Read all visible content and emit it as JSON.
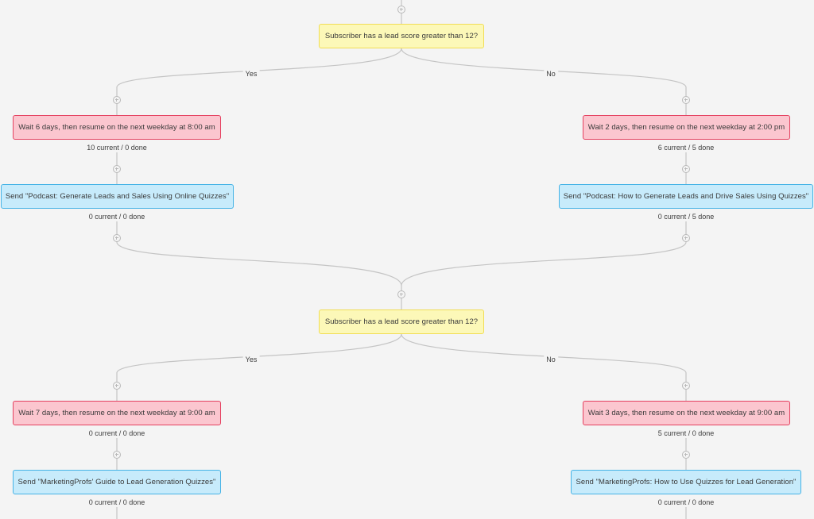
{
  "block1": {
    "condition": "Subscriber has a lead score greater than 12?",
    "yes_label": "Yes",
    "no_label": "No",
    "yes_wait": "Wait 6 days, then resume on the next weekday at 8:00 am",
    "yes_wait_stats": "10 current / 0 done",
    "yes_email": "Send \"Podcast: Generate Leads and Sales Using Online Quizzes\"",
    "yes_email_stats": "0 current / 0 done",
    "no_wait": "Wait 2 days, then resume on the next weekday at 2:00 pm",
    "no_wait_stats": "6 current / 5 done",
    "no_email": "Send \"Podcast: How to Generate Leads and Drive Sales Using Quizzes\"",
    "no_email_stats": "0 current / 5 done"
  },
  "block2": {
    "condition": "Subscriber has a lead score greater than 12?",
    "yes_label": "Yes",
    "no_label": "No",
    "yes_wait": "Wait 7 days, then resume on the next weekday at 9:00 am",
    "yes_wait_stats": "0 current / 0 done",
    "yes_email": "Send \"MarketingProfs' Guide to Lead Generation Quizzes\"",
    "yes_email_stats": "0 current / 0 done",
    "no_wait": "Wait 3 days, then resume on the next weekday at 9:00 am",
    "no_wait_stats": "5 current / 0 done",
    "no_email": "Send \"MarketingProfs: How to Use Quizzes for Lead Generation\"",
    "no_email_stats": "0 current / 0 done"
  },
  "colors": {
    "condition_fill": "#fcf8b8",
    "condition_border": "#f1dd55",
    "wait_fill": "#fbc6cf",
    "wait_border": "#e4405f",
    "email_fill": "#c7ebfb",
    "email_border": "#46b3e6",
    "connector": "#c4c4c4",
    "background": "#f4f4f4"
  },
  "icons": {
    "add_step": "plus-circle-icon"
  }
}
